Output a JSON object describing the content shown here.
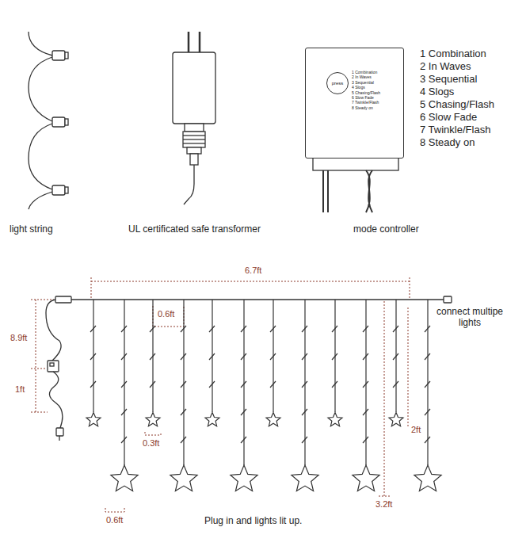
{
  "diagram": {
    "nodes": [
      {
        "text": [
          "1 Combination",
          "2 In Waves",
          "3 Sequential",
          "4 Slogs",
          "5 Chasing/Flash",
          "6 Slow Fade",
          "7 Twinkle/Flash",
          "8 Steady on"
        ]
      },
      {
        "text": [
          "press"
        ],
        "in": 0
      }
    ],
    "labels": [
      "1 Combination",
      "2 In Waves",
      "3 Sequential",
      "4 Slogs",
      "5 Chasing/Flash",
      "6 Slow Fade",
      "7 Twinkle/Flash",
      "8 Steady on",
      "light string",
      "UL certificated safe transformer",
      "mode controller",
      "6.7ft",
      "0.6ft",
      "8.9ft",
      "1ft",
      "0.3ft",
      "2ft",
      "3.2ft",
      "0.6ft",
      "connect multipe lights",
      "Plug in and lights lit up."
    ]
  }
}
